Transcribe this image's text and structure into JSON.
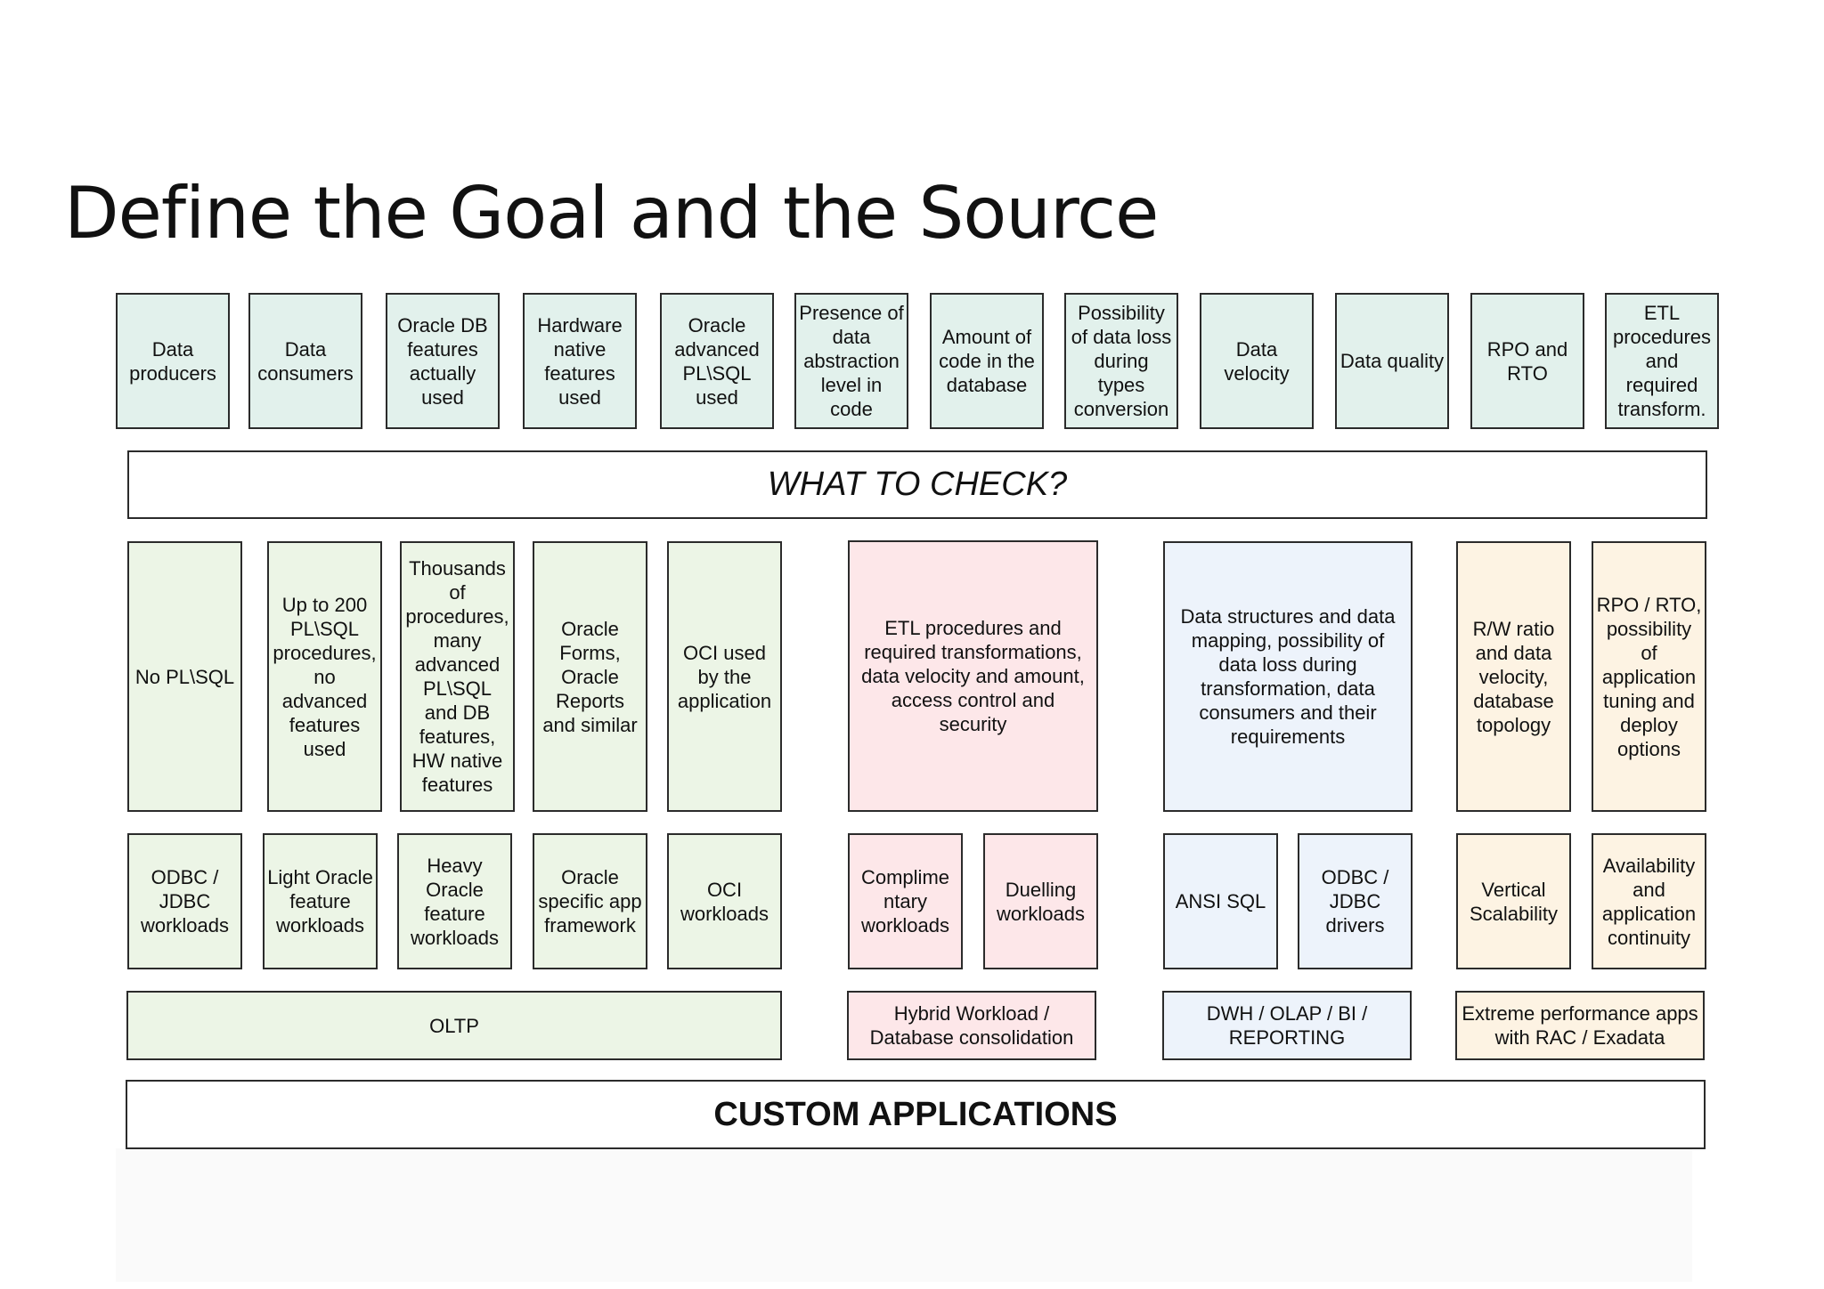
{
  "title": "Define the Goal and the Source",
  "what_to_check": "WHAT TO CHECK?",
  "custom_applications": "CUSTOM APPLICATIONS",
  "colors": {
    "header_fill": "#e2f1ec",
    "oltp_fill": "#ecf5e6",
    "hybrid_fill": "#fde7e9",
    "dwh_fill": "#edf3fb",
    "extreme_fill": "#fdf3e3",
    "border": "#2b2b2b"
  },
  "check_items": [
    "Data producers",
    "Data consumers",
    "Oracle DB features actually used",
    "Hardware native features used",
    "Oracle advanced PL\\SQL used",
    "Presence of data abstraction level in code",
    "Amount of code in the database",
    "Possibility of data loss during types conversion",
    "Data velocity",
    "Data quality",
    "RPO and RTO",
    "ETL procedures and required transform."
  ],
  "oltp": {
    "details": [
      "No PL\\SQL",
      "Up to 200 PL\\SQL procedures, no advanced features used",
      "Thousands of procedures, many advanced PL\\SQL and DB features, HW native features",
      "Oracle Forms, Oracle Reports and similar",
      "OCI used by the application"
    ],
    "workloads": [
      "ODBC / JDBC workloads",
      "Light Oracle feature workloads",
      "Heavy Oracle feature workloads",
      "Oracle specific app framework",
      "OCI workloads"
    ],
    "category": "OLTP"
  },
  "hybrid": {
    "details": "ETL procedures and required transformations, data velocity and amount, access control and security",
    "workloads": [
      "Complime ntary workloads",
      "Duelling workloads"
    ],
    "category": "Hybrid Workload / Database consolidation"
  },
  "dwh": {
    "details": "Data structures and data mapping, possibility of data loss during transformation, data consumers and their requirements",
    "workloads": [
      "ANSI SQL",
      "ODBC / JDBC drivers"
    ],
    "category": "DWH / OLAP / BI / REPORTING"
  },
  "extreme": {
    "details": [
      "R/W ratio and data velocity, database topology",
      "RPO / RTO, possibility of application tuning and deploy options"
    ],
    "workloads": [
      "Vertical Scalability",
      "Availability and application continuity"
    ],
    "category": "Extreme performance apps with RAC / Exadata"
  }
}
